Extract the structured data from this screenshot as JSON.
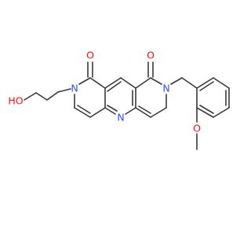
{
  "molecule": {
    "atoms": {
      "ho": {
        "text": "HO",
        "color": "#ff0d0d"
      },
      "n_left": {
        "text": "N",
        "color": "#3050f8"
      },
      "o_left": {
        "text": "O",
        "color": "#ff0d0d"
      },
      "o_right": {
        "text": "O",
        "color": "#ff0d0d"
      },
      "n_right": {
        "text": "N",
        "color": "#3050f8"
      },
      "n_center": {
        "text": "N",
        "color": "#3050f8"
      },
      "o_methoxy": {
        "text": "O",
        "color": "#ff0d0d"
      }
    },
    "bond_color": "#3a3a3a"
  }
}
